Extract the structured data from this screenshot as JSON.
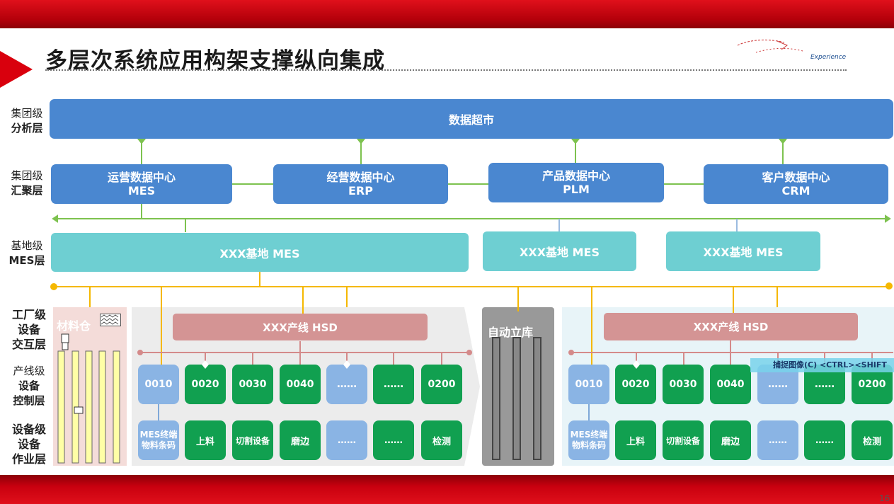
{
  "title": "多层次系统应用构架支撑纵向集成",
  "logo_text": "Experience",
  "page_number": "16",
  "levels": {
    "analysis": [
      "集团级",
      "分析层"
    ],
    "aggregation": [
      "集团级",
      "汇聚层"
    ],
    "mes": [
      "基地级",
      "MES层"
    ],
    "interaction": [
      "工厂级",
      "设备",
      "交互层"
    ],
    "control": [
      "产线级",
      "设备",
      "控制层"
    ],
    "operation": [
      "设备级",
      "设备",
      "作业层"
    ]
  },
  "data_market": "数据超市",
  "centers": [
    {
      "name": "运营数据中心",
      "system": "MES"
    },
    {
      "name": "经营数据中心",
      "system": "ERP"
    },
    {
      "name": "产品数据中心",
      "system": "PLM"
    },
    {
      "name": "客户数据中心",
      "system": "CRM"
    }
  ],
  "bases": [
    "XXX基地 MES",
    "XXX基地 MES",
    "XXX基地 MES"
  ],
  "material_warehouse": "材料仓",
  "auto_warehouse": "自动立库",
  "hsd": [
    "XXX产线 HSD",
    "XXX产线 HSD"
  ],
  "stations": [
    "0010",
    "0020",
    "0030",
    "0040",
    "……",
    "……",
    "0200"
  ],
  "devices": [
    "MES终端物料条码",
    "上料",
    "切割设备",
    "磨边",
    "……",
    "……",
    "检测"
  ],
  "screenshot_tooltip": "捕捉图像(C)   <CTRL><SHIFT",
  "colors": {
    "red": "#d9000d",
    "blue": "#4a87d0",
    "teal": "#6ecfd2",
    "pink": "#d49494",
    "green": "#11a050",
    "lightblue": "#8ab4e4",
    "orange": "#f5b800",
    "linegreen": "#7dc24f"
  }
}
